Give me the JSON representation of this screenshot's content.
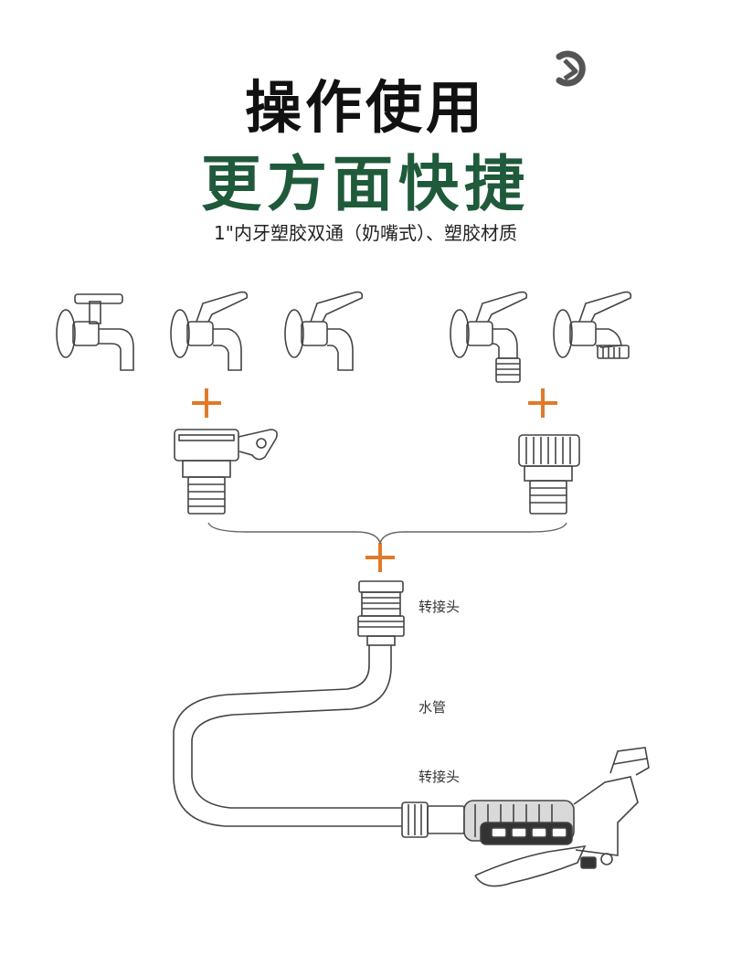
{
  "header": {
    "title_line1": "操作使用",
    "title_line2": "更方面快捷",
    "subtitle": "1\"内牙塑胶双通（奶嘴式）、塑胶材质"
  },
  "labels": {
    "top_connector": "转接头",
    "hose": "水管",
    "bottom_connector": "转接头"
  },
  "colors": {
    "brand_green": "#1f5a3a",
    "plus_orange": "#e07a2a",
    "line_art": "#444444",
    "logo_gray": "#555555"
  },
  "icons": [
    "brand-logo-icon",
    "faucet-icon",
    "plus-icon",
    "adapter-icon",
    "connector-icon",
    "hose-icon",
    "spray-gun-icon"
  ]
}
